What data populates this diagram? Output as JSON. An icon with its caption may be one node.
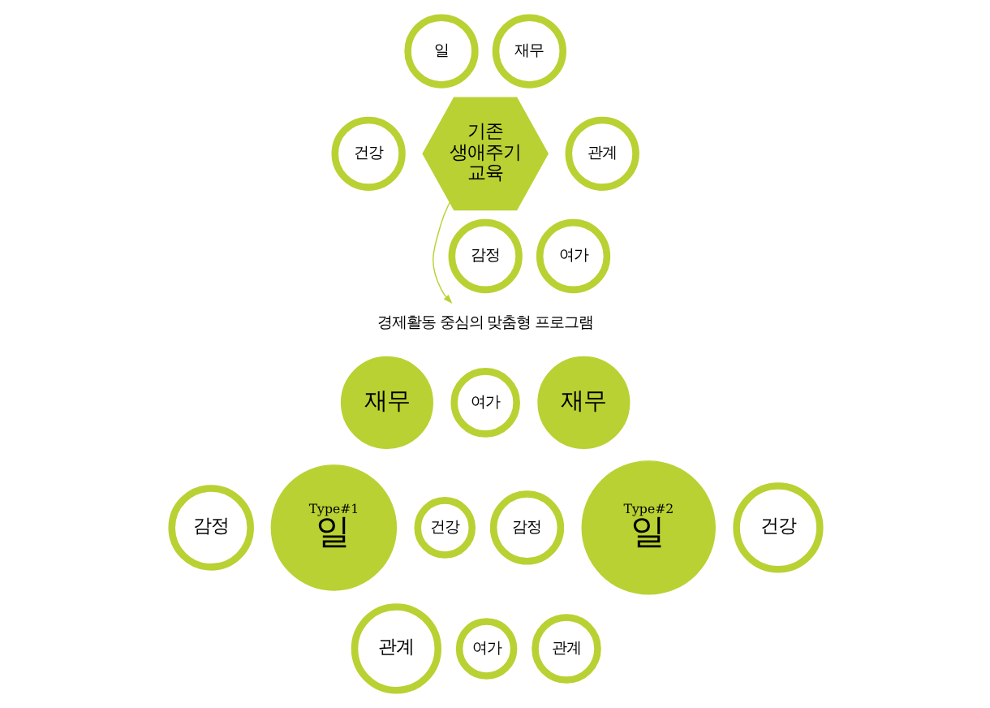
{
  "diagram": {
    "nodes": [
      {
        "text": [
          "기존 생애주기 교육"
        ]
      },
      {
        "text": [
          "일"
        ]
      },
      {
        "text": [
          "재무"
        ]
      },
      {
        "text": [
          "건강"
        ]
      },
      {
        "text": [
          "관계"
        ]
      },
      {
        "text": [
          "감정"
        ]
      },
      {
        "text": [
          "여가"
        ]
      },
      {
        "text": [
          "경제활동 중심의 맞춤형 프로그램"
        ]
      },
      {
        "text": [
          "재무"
        ]
      },
      {
        "text": [
          "Type#1",
          "일"
        ]
      },
      {
        "text": [
          "건강"
        ]
      },
      {
        "text": [
          "감정"
        ]
      },
      {
        "text": [
          "여가"
        ]
      },
      {
        "text": [
          "관계"
        ]
      },
      {
        "text": [
          "여가"
        ]
      },
      {
        "text": [
          "재무"
        ]
      },
      {
        "text": [
          "Type#2",
          "일"
        ]
      },
      {
        "text": [
          "건강"
        ]
      },
      {
        "text": [
          "감정"
        ]
      },
      {
        "text": [
          "관계"
        ]
      }
    ],
    "edges": [
      {
        "from": 0,
        "to": 7,
        "arrow": "to"
      }
    ]
  }
}
